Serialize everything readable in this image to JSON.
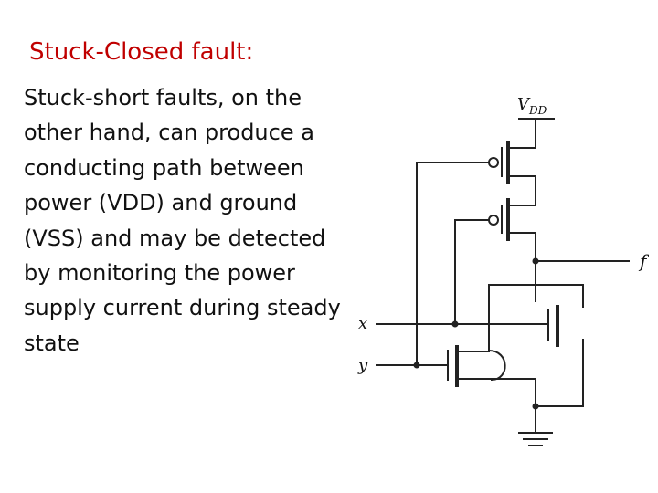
{
  "slide": {
    "title": "Stuck-Closed fault:",
    "body": "Stuck-short faults, on the other hand, can produce a conducting path between power (VDD) and ground (VSS) and may be detected by monitoring the power supply current during steady state"
  },
  "circuit": {
    "supply_label": "DD",
    "supply_prefix": "V",
    "output_label": "f",
    "input_labels": [
      "x",
      "y"
    ],
    "components": [
      "pmos-transistor-top",
      "pmos-transistor-bottom",
      "nmos-transistor-x",
      "nmos-transistor-y",
      "ground-symbol"
    ],
    "stroke_color": "#222222"
  }
}
